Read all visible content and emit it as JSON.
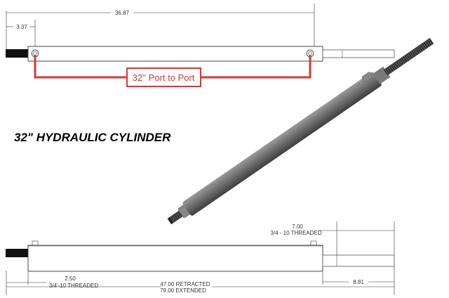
{
  "title": "32\" HYDRAULIC CYLINDER",
  "top_view": {
    "dim_overall_ports": "36.87",
    "dim_port_offset": "3.37",
    "callout": "32'' Port to Port"
  },
  "bottom_view": {
    "dim_rod_thread": "7.00",
    "dim_rod_thread_note": "3/4 - 10 THREADED",
    "dim_base_thread": "2.50",
    "dim_base_thread_note": "3/4'-10 THREADED",
    "dim_rod_extension": "8.81",
    "dim_retracted": "47.00 RETRACTED",
    "dim_extended": "79.00 EXTENDED"
  },
  "colors": {
    "callout": "#d23a3a",
    "line": "#333333",
    "body": "#6b6b6b"
  }
}
